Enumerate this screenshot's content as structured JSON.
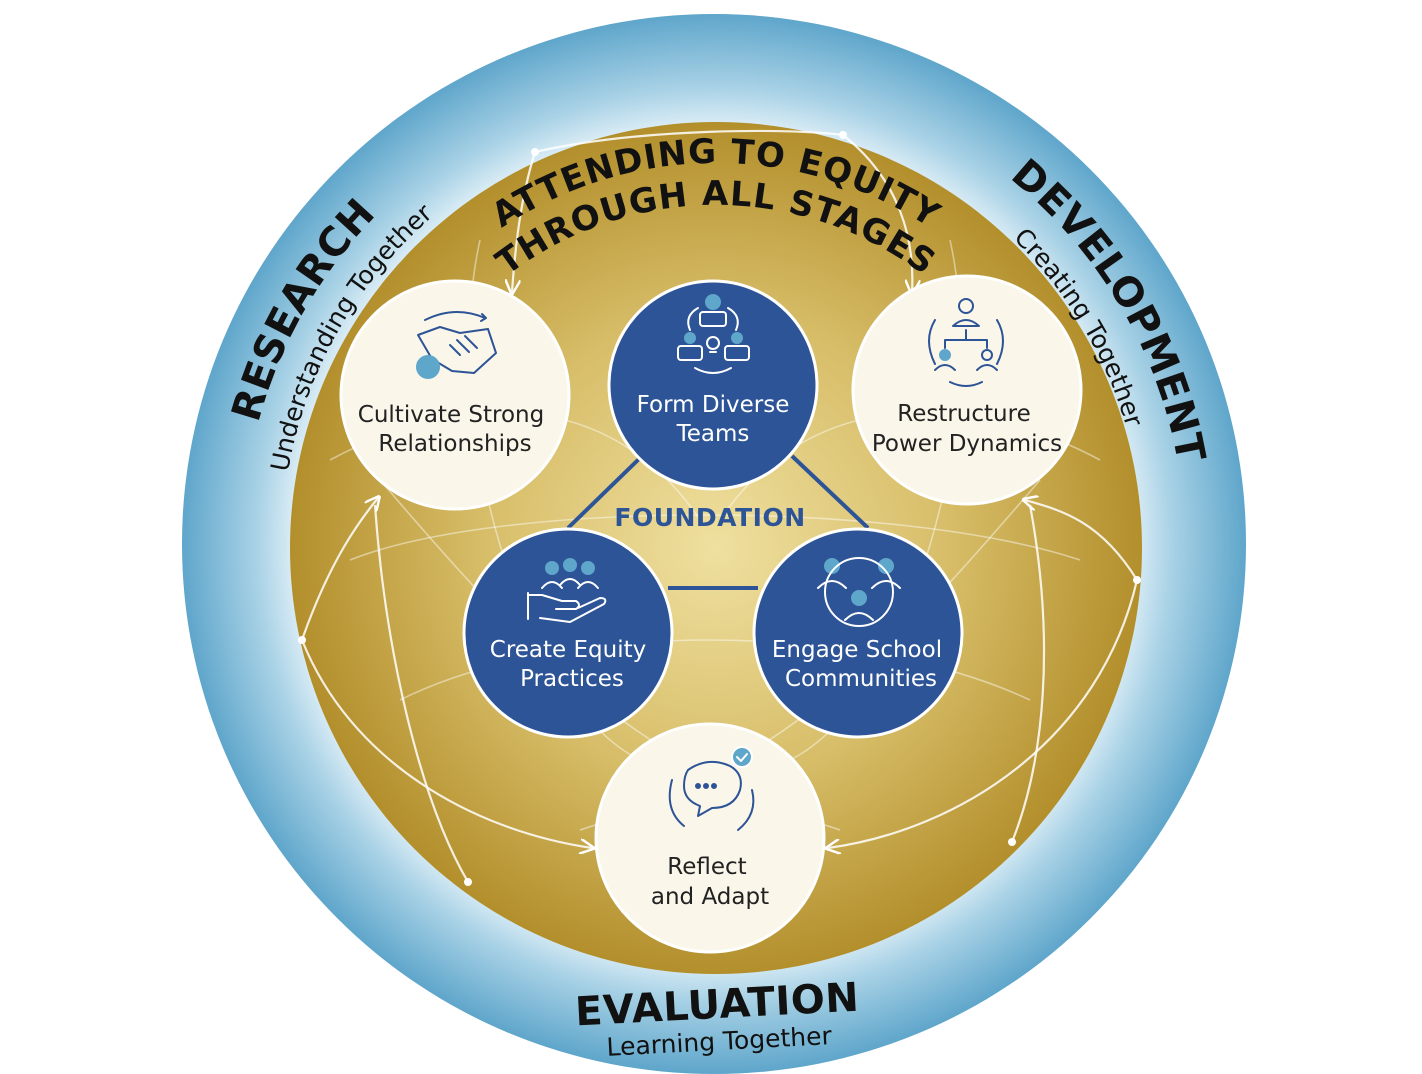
{
  "banner": {
    "line1": "ATTENDING TO EQUITY",
    "line2": "THROUGH ALL STAGES"
  },
  "stages": {
    "research": {
      "title": "RESEARCH",
      "subtitle": "Understanding Together"
    },
    "development": {
      "title": "DEVELOPMENT",
      "subtitle": "Creating Together"
    },
    "evaluation": {
      "title": "EVALUATION",
      "subtitle": "Learning Together"
    }
  },
  "foundation": {
    "label": "FOUNDATION"
  },
  "nodes": {
    "cultivate": {
      "line1": "Cultivate Strong",
      "line2": "Relationships",
      "icon": "handshake-icon"
    },
    "form": {
      "line1": "Form Diverse",
      "line2": "Teams",
      "icon": "team-idea-icon"
    },
    "restructure": {
      "line1": "Restructure",
      "line2": "Power Dynamics",
      "icon": "org-chart-icon"
    },
    "create": {
      "line1": "Create Equity",
      "line2": "Practices",
      "icon": "hand-people-icon"
    },
    "engage": {
      "line1": "Engage School",
      "line2": "Communities",
      "icon": "community-icon"
    },
    "reflect": {
      "line1": "Reflect",
      "line2": "and Adapt",
      "icon": "chat-cycle-check-icon"
    }
  },
  "colors": {
    "ring_blue": "#5fa6cb",
    "ring_light": "#e3f1f8",
    "gold_center": "#efe0a0",
    "gold_edge": "#b38f2c",
    "node_blue": "#2d5496",
    "node_cream": "#faf6ea"
  }
}
